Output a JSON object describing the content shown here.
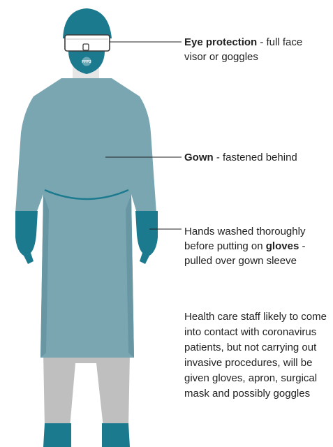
{
  "colors": {
    "gown": "#7aa6b2",
    "gown_fold": "#6896a3",
    "ppe_teal": "#1b7a8e",
    "skin": "#e6e6e6",
    "trousers": "#bfbfbf",
    "leader_line": "#222222"
  },
  "labels": {
    "eye": {
      "bold": "Eye protection",
      "rest": " - full face visor or goggles"
    },
    "gown": {
      "bold": "Gown",
      "rest": " - fastened behind"
    },
    "gloves": {
      "before": "Hands washed thoroughly before putting on ",
      "bold": "gloves",
      "after": " - pulled over gown sleeve"
    }
  },
  "note": {
    "lines": [
      "Health care staff likely to come",
      "into contact with coronavirus",
      "patients, but not carrying out",
      "invasive procedures, will be",
      "given gloves, apron, surgical",
      "mask and possibly goggles"
    ]
  },
  "mask_logo": "FFP3"
}
